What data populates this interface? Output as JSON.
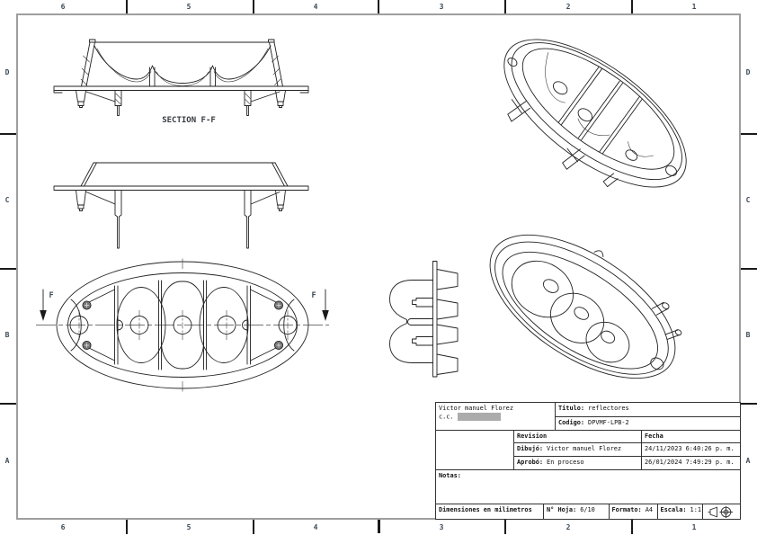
{
  "frame": {
    "top_numbers": [
      "6",
      "5",
      "4",
      "3",
      "2",
      "1"
    ],
    "bottom_numbers": [
      "6",
      "5",
      "4",
      "3",
      "2",
      "1"
    ],
    "left_letters": [
      "D",
      "C",
      "B",
      "A"
    ],
    "right_letters": [
      "D",
      "C",
      "B",
      "A"
    ]
  },
  "drawing": {
    "section_label": "SECTION F-F",
    "section_arrow_left": "F",
    "section_arrow_right": "F"
  },
  "title_block": {
    "owner": {
      "name": "Victor manuel Florez",
      "id_label": "c.c."
    },
    "titulo": {
      "label": "Titulo:",
      "value": "reflectores"
    },
    "codigo": {
      "label": "Codigo:",
      "value": "DPVMF-LPB-2"
    },
    "revision_header": "Revision",
    "fecha_header": "Fecha",
    "dibujo": {
      "label": "Dibujó:",
      "value": "Victor manuel Florez",
      "fecha": "24/11/2023 6:40:26 p. m."
    },
    "aprobo": {
      "label": "Aprobó:",
      "value": "En proceso",
      "fecha": "26/01/2024 7:49:29 p. m."
    },
    "notas_label": "Notas:",
    "footer": {
      "dimensiones": "Dimensiones en milimetros",
      "hoja_label": "N° Hoja:",
      "hoja_value": "6/10",
      "formato_label": "Formato:",
      "formato_value": "A4",
      "escala_label": "Escala:",
      "escala_value": "1:1"
    }
  },
  "colors": {
    "line": "#222222",
    "frame_gray": "#9e9e9e",
    "zone_text": "#3c4a58",
    "redaction_gray": "#ababab"
  }
}
